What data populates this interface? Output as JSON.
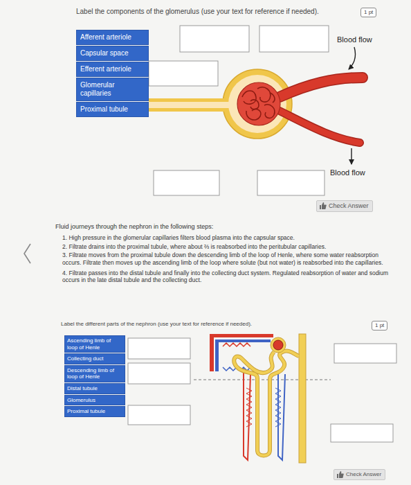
{
  "diagram": {
    "nodes": [
      {
        "text": [
          "1 pt"
        ]
      },
      {
        "text": [
          "Afferent arteriole"
        ]
      },
      {
        "text": [
          "Capsular space"
        ]
      },
      {
        "text": [
          "Efferent arteriole"
        ]
      },
      {
        "text": [
          "Glomerular capillaries"
        ]
      },
      {
        "text": [
          "Proximal tubule"
        ]
      },
      {
        "text": [
          "Check Answer"
        ]
      },
      {
        "text": [
          "1 pt"
        ]
      },
      {
        "text": [
          "Ascending limb of loop of Henle"
        ]
      },
      {
        "text": [
          "Collecting duct"
        ]
      },
      {
        "text": [
          "Descending limb of loop of Henle"
        ]
      },
      {
        "text": [
          "Distal tubule"
        ]
      },
      {
        "text": [
          "Glomerulus"
        ]
      },
      {
        "text": [
          "Proximal tubule"
        ]
      },
      {
        "text": [
          "Check Answer"
        ]
      }
    ],
    "labels": [
      "Label the components of the glomerulus (use your text for reference if needed).",
      "Blood flow",
      "Blood flow",
      "Fluid journeys through the nephron in the following steps:",
      "1. High pressure in the glomerular capillaries filters blood plasma into the capsular space.",
      "2. Filtrate drains into the proximal tubule, where about ⅔ is reabsorbed into the peritubular capillaries.",
      "3. Filtrate moves from the proximal tubule down the descending limb of the loop of Henle, where some water reabsorption occurs. Filtrate then moves up the ascending limb of the loop where solute (but not water) is reabsorbed into the capillaries.",
      "4. Filtrate passes into the distal tubule and finally into the collecting duct system. Regulated reabsorption of water and sodium occurs in the late distal tubule and the collecting duct.",
      "Label the different parts of the nephron (use your text for reference if needed)."
    ]
  }
}
